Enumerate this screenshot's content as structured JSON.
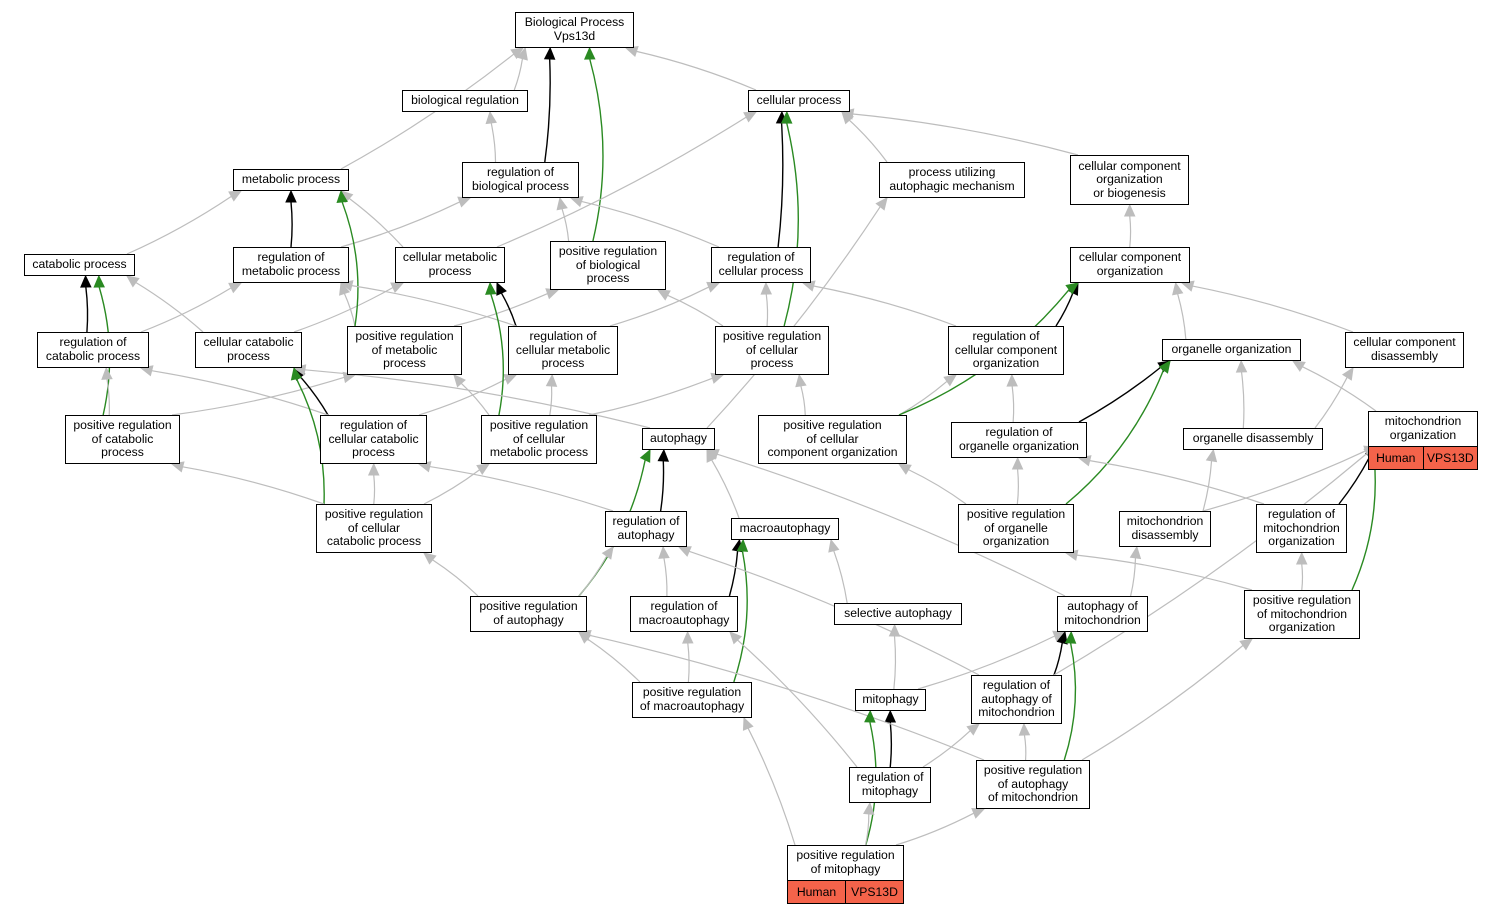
{
  "colors": {
    "gray_edge": "#bdbdbd",
    "black_edge": "#000000",
    "green_edge": "#2a8a22",
    "gene_fill": "#f4634a"
  },
  "nodes": {
    "root": "Biological Process\nVps13d",
    "bioreg": "biological regulation",
    "cellproc": "cellular process",
    "metab": "metabolic process",
    "regbio": "regulation of\nbiological process",
    "autmech": "process utilizing\nautophagic mechanism",
    "ccob": "cellular component\norganization\nor biogenesis",
    "catab": "catabolic process",
    "regmetab": "regulation of\nmetabolic process",
    "cellmetab": "cellular metabolic\nprocess",
    "posregbio": "positive regulation\nof biological\nprocess",
    "regcell": "regulation of\ncellular process",
    "ccorg": "cellular component\norganization",
    "regcatab": "regulation of\ncatabolic process",
    "cellcatab": "cellular catabolic\nprocess",
    "posregmetab": "positive regulation\nof metabolic\nprocess",
    "regcellmetab": "regulation of\ncellular metabolic\nprocess",
    "posregcell": "positive regulation\nof cellular\nprocess",
    "regccorg": "regulation of\ncellular component\norganization",
    "orgorg": "organelle organization",
    "ccdis": "cellular component\ndisassembly",
    "mitoorg": "mitochondrion\norganization",
    "posregcatab": "positive regulation\nof catabolic\nprocess",
    "regcellcatab": "regulation of\ncellular catabolic\nprocess",
    "posregcellmetab": "positive regulation\nof cellular\nmetabolic process",
    "autophagy": "autophagy",
    "posregccorg": "positive regulation\nof cellular\ncomponent organization",
    "regorgorg": "regulation of\norganelle organization",
    "orgdis": "organelle disassembly",
    "posregcellcatab": "positive regulation\nof cellular\ncatabolic process",
    "regaut": "regulation of\nautophagy",
    "macroaut": "macroautophagy",
    "posregorgorg": "positive regulation\nof organelle\norganization",
    "mitodis": "mitochondrion\ndisassembly",
    "regmitoorg": "regulation of\nmitochondrion\norganization",
    "posregaut": "positive regulation\nof autophagy",
    "regmacroaut": "regulation of\nmacroautophagy",
    "selaut": "selective autophagy",
    "autmito": "autophagy of\nmitochondrion",
    "posregmitoorg": "positive regulation\nof mitochondrion\norganization",
    "posregmacroaut": "positive regulation\nof macroautophagy",
    "mitophagy": "mitophagy",
    "regautmito": "regulation of\nautophagy of\nmitochondrion",
    "regmitophagy": "regulation of\nmitophagy",
    "posregautmito": "positive regulation\nof autophagy\nof mitochondrion",
    "posregmitophagy": "positive regulation\nof mitophagy"
  },
  "genes": {
    "mitoorg": {
      "species": "Human",
      "gene": "VPS13D"
    },
    "posregmitophagy": {
      "species": "Human",
      "gene": "VPS13D"
    }
  },
  "edges": [
    [
      "bioreg",
      "root",
      "gray"
    ],
    [
      "cellproc",
      "root",
      "gray"
    ],
    [
      "metab",
      "root",
      "gray"
    ],
    [
      "regbio",
      "bioreg",
      "gray"
    ],
    [
      "regbio",
      "root",
      "black"
    ],
    [
      "posregbio",
      "root",
      "green"
    ],
    [
      "autmech",
      "cellproc",
      "gray"
    ],
    [
      "ccob",
      "cellproc",
      "gray"
    ],
    [
      "catab",
      "metab",
      "gray"
    ],
    [
      "regmetab",
      "metab",
      "black"
    ],
    [
      "regmetab",
      "regbio",
      "gray"
    ],
    [
      "cellmetab",
      "metab",
      "gray"
    ],
    [
      "cellmetab",
      "cellproc",
      "gray"
    ],
    [
      "posregbio",
      "regbio",
      "gray"
    ],
    [
      "regcell",
      "regbio",
      "gray"
    ],
    [
      "regcell",
      "cellproc",
      "black"
    ],
    [
      "ccorg",
      "ccob",
      "gray"
    ],
    [
      "regcatab",
      "catab",
      "black"
    ],
    [
      "regcatab",
      "regmetab",
      "gray"
    ],
    [
      "cellcatab",
      "catab",
      "gray"
    ],
    [
      "cellcatab",
      "cellmetab",
      "gray"
    ],
    [
      "posregmetab",
      "regmetab",
      "gray"
    ],
    [
      "posregmetab",
      "posregbio",
      "gray"
    ],
    [
      "posregmetab",
      "metab",
      "green"
    ],
    [
      "regcellmetab",
      "cellmetab",
      "black"
    ],
    [
      "regcellmetab",
      "regmetab",
      "gray"
    ],
    [
      "regcellmetab",
      "regcell",
      "gray"
    ],
    [
      "posregcell",
      "regcell",
      "gray"
    ],
    [
      "posregcell",
      "posregbio",
      "gray"
    ],
    [
      "posregcell",
      "cellproc",
      "green"
    ],
    [
      "regccorg",
      "ccorg",
      "black"
    ],
    [
      "regccorg",
      "regcell",
      "gray"
    ],
    [
      "orgorg",
      "ccorg",
      "gray"
    ],
    [
      "ccdis",
      "ccorg",
      "gray"
    ],
    [
      "mitoorg",
      "orgorg",
      "gray"
    ],
    [
      "posregcatab",
      "catab",
      "green"
    ],
    [
      "posregcatab",
      "regcatab",
      "gray"
    ],
    [
      "posregcatab",
      "posregmetab",
      "gray"
    ],
    [
      "regcellcatab",
      "cellcatab",
      "black"
    ],
    [
      "regcellcatab",
      "regcatab",
      "gray"
    ],
    [
      "regcellcatab",
      "regcellmetab",
      "gray"
    ],
    [
      "posregcellmetab",
      "cellmetab",
      "green"
    ],
    [
      "posregcellmetab",
      "regcellmetab",
      "gray"
    ],
    [
      "posregcellmetab",
      "posregmetab",
      "gray"
    ],
    [
      "posregcellmetab",
      "posregcell",
      "gray"
    ],
    [
      "autophagy",
      "autmech",
      "gray"
    ],
    [
      "autophagy",
      "cellcatab",
      "gray"
    ],
    [
      "posregccorg",
      "regccorg",
      "gray"
    ],
    [
      "posregccorg",
      "posregcell",
      "gray"
    ],
    [
      "posregccorg",
      "ccorg",
      "green"
    ],
    [
      "regorgorg",
      "orgorg",
      "black"
    ],
    [
      "regorgorg",
      "regccorg",
      "gray"
    ],
    [
      "orgdis",
      "orgorg",
      "gray"
    ],
    [
      "orgdis",
      "ccdis",
      "gray"
    ],
    [
      "posregcellcatab",
      "cellcatab",
      "green"
    ],
    [
      "posregcellcatab",
      "regcellcatab",
      "gray"
    ],
    [
      "posregcellcatab",
      "posregcatab",
      "gray"
    ],
    [
      "posregcellcatab",
      "posregcellmetab",
      "gray"
    ],
    [
      "regaut",
      "autophagy",
      "black"
    ],
    [
      "regaut",
      "regcellcatab",
      "gray"
    ],
    [
      "macroaut",
      "autophagy",
      "gray"
    ],
    [
      "posregorgorg",
      "regorgorg",
      "gray"
    ],
    [
      "posregorgorg",
      "posregccorg",
      "gray"
    ],
    [
      "posregorgorg",
      "orgorg",
      "green"
    ],
    [
      "mitodis",
      "orgdis",
      "gray"
    ],
    [
      "mitodis",
      "mitoorg",
      "gray"
    ],
    [
      "regmitoorg",
      "mitoorg",
      "black"
    ],
    [
      "regmitoorg",
      "regorgorg",
      "gray"
    ],
    [
      "posregaut",
      "autophagy",
      "green"
    ],
    [
      "posregaut",
      "regaut",
      "gray"
    ],
    [
      "posregaut",
      "posregcellcatab",
      "gray"
    ],
    [
      "regmacroaut",
      "macroaut",
      "black"
    ],
    [
      "regmacroaut",
      "regaut",
      "gray"
    ],
    [
      "selaut",
      "macroaut",
      "gray"
    ],
    [
      "autmito",
      "autophagy",
      "gray"
    ],
    [
      "autmito",
      "mitodis",
      "gray"
    ],
    [
      "posregmitoorg",
      "regmitoorg",
      "gray"
    ],
    [
      "posregmitoorg",
      "posregorgorg",
      "gray"
    ],
    [
      "posregmitoorg",
      "mitoorg",
      "green"
    ],
    [
      "posregmacroaut",
      "macroaut",
      "green"
    ],
    [
      "posregmacroaut",
      "regmacroaut",
      "gray"
    ],
    [
      "posregmacroaut",
      "posregaut",
      "gray"
    ],
    [
      "mitophagy",
      "selaut",
      "gray"
    ],
    [
      "mitophagy",
      "autmito",
      "gray"
    ],
    [
      "regautmito",
      "autmito",
      "black"
    ],
    [
      "regautmito",
      "regaut",
      "gray"
    ],
    [
      "regautmito",
      "mitoorg",
      "gray"
    ],
    [
      "regmitophagy",
      "mitophagy",
      "black"
    ],
    [
      "regmitophagy",
      "regautmito",
      "gray"
    ],
    [
      "regmitophagy",
      "regmacroaut",
      "gray"
    ],
    [
      "posregautmito",
      "autmito",
      "green"
    ],
    [
      "posregautmito",
      "regautmito",
      "gray"
    ],
    [
      "posregautmito",
      "posregmitoorg",
      "gray"
    ],
    [
      "posregautmito",
      "posregaut",
      "gray"
    ],
    [
      "posregmitophagy",
      "mitophagy",
      "green"
    ],
    [
      "posregmitophagy",
      "regmitophagy",
      "gray"
    ],
    [
      "posregmitophagy",
      "posregautmito",
      "gray"
    ],
    [
      "posregmitophagy",
      "posregmacroaut",
      "gray"
    ]
  ]
}
